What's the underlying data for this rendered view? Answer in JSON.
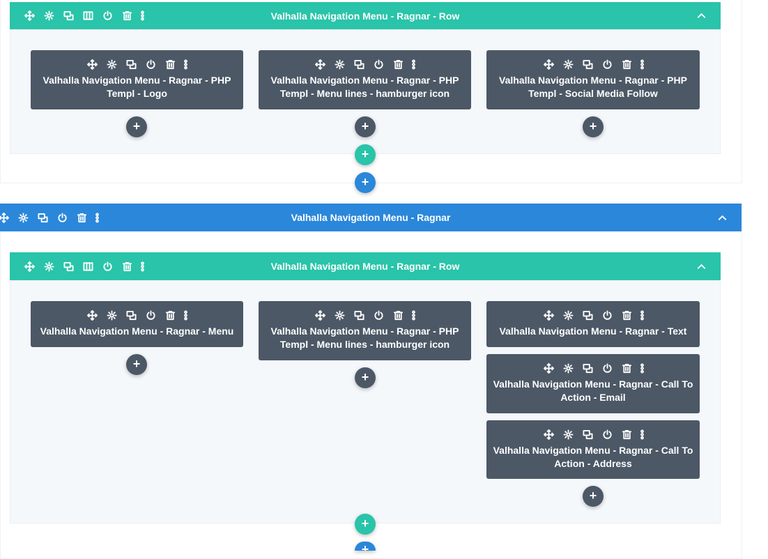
{
  "icons": {
    "move": "move-icon",
    "settings": "gear-icon",
    "duplicate": "duplicate-icon",
    "columns": "columns-icon",
    "toggle": "power-icon",
    "delete": "trash-icon",
    "more": "more-icon",
    "collapse": "chevron-up-icon"
  },
  "colors": {
    "row_bar": "#29c4a9",
    "section_bar": "#2b87da",
    "module": "#4c5866",
    "row_body": "#f4f8fb"
  },
  "add_symbol": "+",
  "row1": {
    "title": "Valhalla Navigation Menu - Ragnar - Row",
    "modules": [
      "Valhalla Navigation Menu - Ragnar - PHP Templ - Logo",
      "Valhalla Navigation Menu - Ragnar - PHP Templ - Menu lines - hamburger icon",
      "Valhalla Navigation Menu - Ragnar - PHP Templ - Social Media Follow"
    ]
  },
  "section": {
    "title": "Valhalla Navigation Menu - Ragnar"
  },
  "row2": {
    "title": "Valhalla Navigation Menu - Ragnar - Row",
    "modules": [
      "Valhalla Navigation Menu - Ragnar - Menu",
      "Valhalla Navigation Menu - Ragnar - PHP Templ - Menu lines - hamburger icon",
      "Valhalla Navigation Menu - Ragnar - Text",
      "Valhalla Navigation Menu - Ragnar - Call To Action - Email",
      "Valhalla Navigation Menu - Ragnar - Call To Action - Address"
    ]
  }
}
